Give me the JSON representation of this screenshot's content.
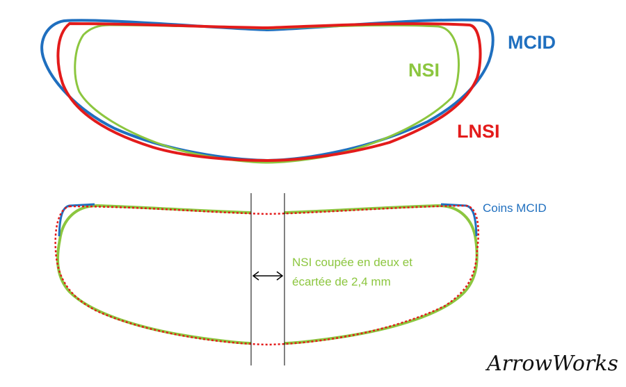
{
  "top_diagram": {
    "labels": {
      "mcid": "MCID",
      "nsi": "NSI",
      "lnsi": "LNSI"
    },
    "colors": {
      "mcid": "#1f6fbf",
      "nsi": "#8cc63f",
      "lnsi": "#e31b1b"
    }
  },
  "bottom_diagram": {
    "corners_label": "Coins MCID",
    "cut_note_line1": "NSI coupée en deux et",
    "cut_note_line2": "écartée de 2,4 mm",
    "colors": {
      "corners": "#1f6fbf",
      "nsi": "#8cc63f",
      "outline": "#e31b1b",
      "cut_lines": "#000000"
    }
  },
  "signature": "ArrowWorks"
}
